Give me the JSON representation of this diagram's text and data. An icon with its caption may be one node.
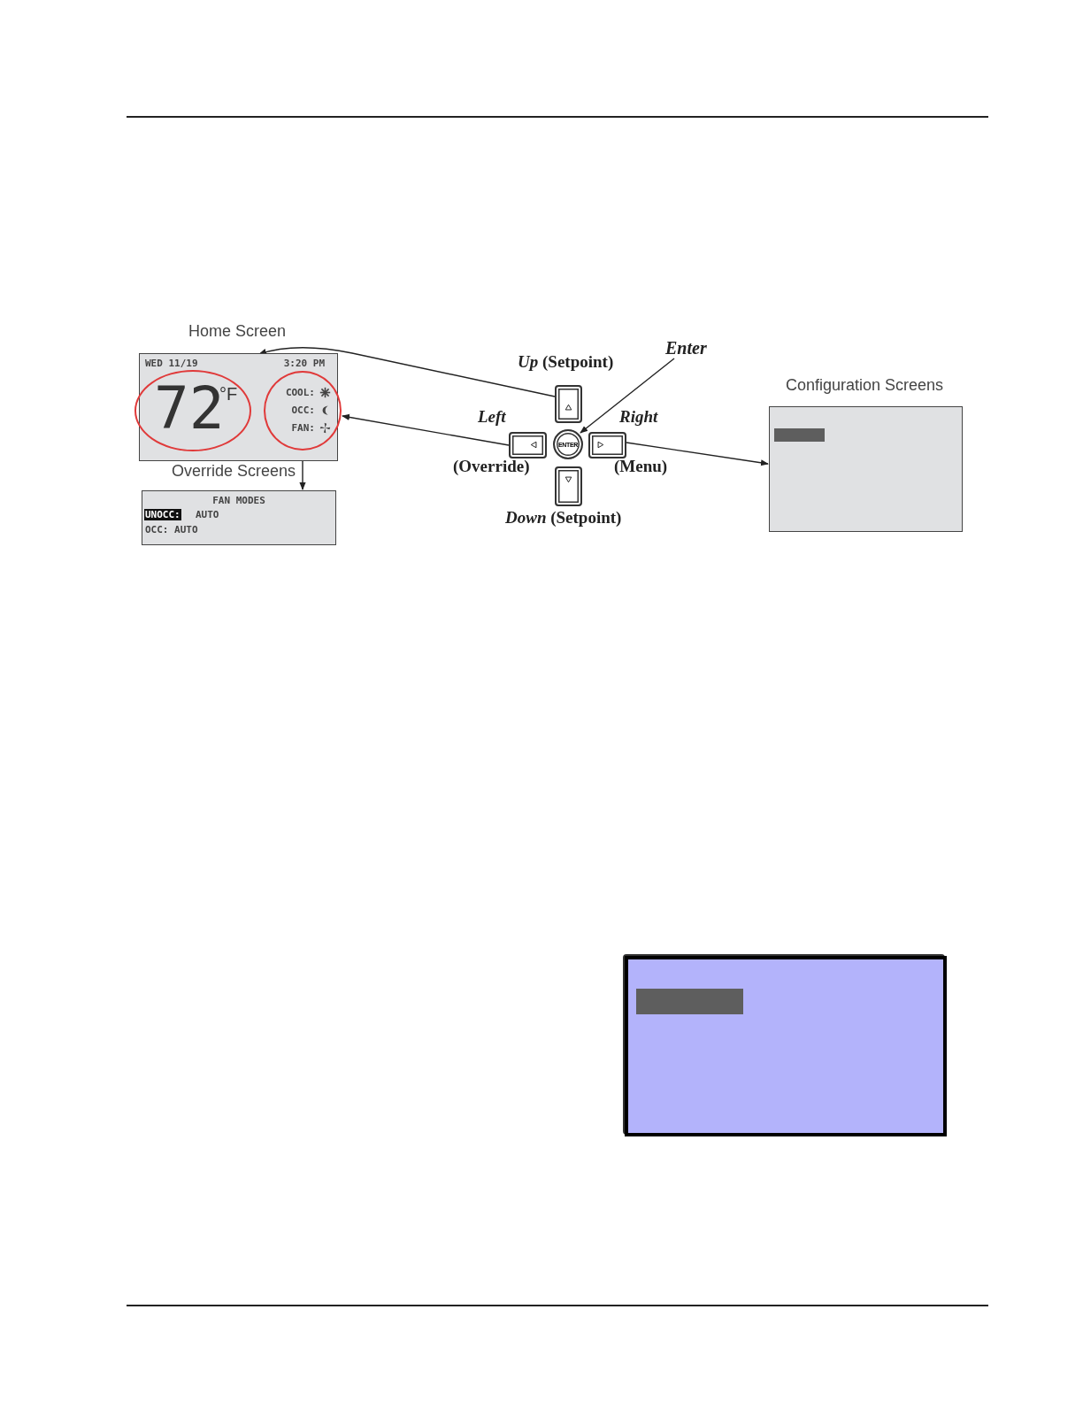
{
  "diagram": {
    "nodes": [
      {
        "text": [
          "Home Screen",
          "WED 11/19",
          "3:20 PM"
        ]
      },
      {
        "text": [
          "72",
          "°F"
        ],
        "in": 0
      },
      {
        "text": [
          "COOL:",
          "OCC:",
          "FAN:"
        ],
        "in": 0
      },
      {
        "text": [
          "Override Screens",
          "FAN MODES",
          "UNOCC:",
          "AUTO",
          "OCC: AUTO"
        ]
      },
      {
        "text": [],
        "shape": "box",
        "beside": [
          "*Up* (Setpoint)"
        ]
      },
      {
        "text": [],
        "shape": "box",
        "beside": [
          "Left",
          "(Override)"
        ]
      },
      {
        "text": [
          "ENTER"
        ]
      },
      {
        "text": [],
        "shape": "box",
        "beside": [
          "Right",
          "(Menu)"
        ]
      },
      {
        "text": [],
        "shape": "box",
        "beside": [
          "*Down* (Setpoint)"
        ]
      },
      {
        "text": [
          "Enter"
        ]
      },
      {
        "text": [
          "Configuration Screens"
        ]
      },
      {
        "text": [],
        "shape": "box"
      }
    ],
    "edges": [
      {
        "from": 4,
        "to": 0,
        "arrow": "to"
      },
      {
        "from": 5,
        "to": 2,
        "arrow": "to"
      },
      {
        "from": 2,
        "to": 3,
        "arrow": "to"
      },
      {
        "from": 9,
        "to": 6,
        "arrow": "to"
      },
      {
        "from": 7,
        "to": 10,
        "arrow": "to"
      }
    ]
  }
}
